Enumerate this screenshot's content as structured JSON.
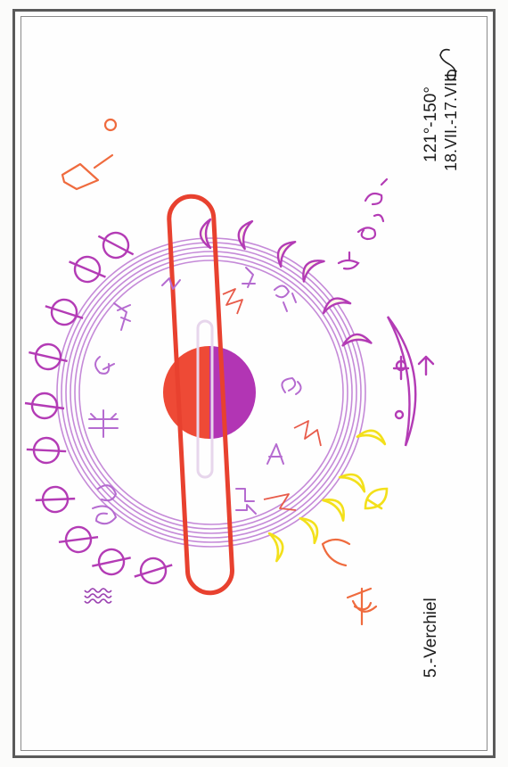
{
  "plate": {
    "title": "5.-Verchiel",
    "degrees": "121°-150°",
    "dates": "18.VII.-17.VIII."
  },
  "zodiac_sign_icon": "leo-icon",
  "colors": {
    "red": "#e8412f",
    "magenta": "#b33bb5",
    "violet": "#b56bd0",
    "yellow": "#f3e01a",
    "orange": "#f07a3c",
    "frame": "#5a5a5a"
  }
}
